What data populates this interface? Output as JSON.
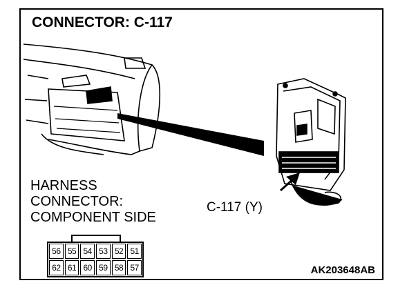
{
  "title": "CONNECTOR: C-117",
  "harness_label": [
    "HARNESS",
    "CONNECTOR:",
    "COMPONENT SIDE"
  ],
  "callout_label": "C-117 (Y)",
  "figure_code": "AK203648AB",
  "pins": {
    "top_row": [
      "56",
      "55",
      "54",
      "53",
      "52",
      "51"
    ],
    "bottom_row": [
      "62",
      "61",
      "60",
      "59",
      "58",
      "57"
    ]
  }
}
